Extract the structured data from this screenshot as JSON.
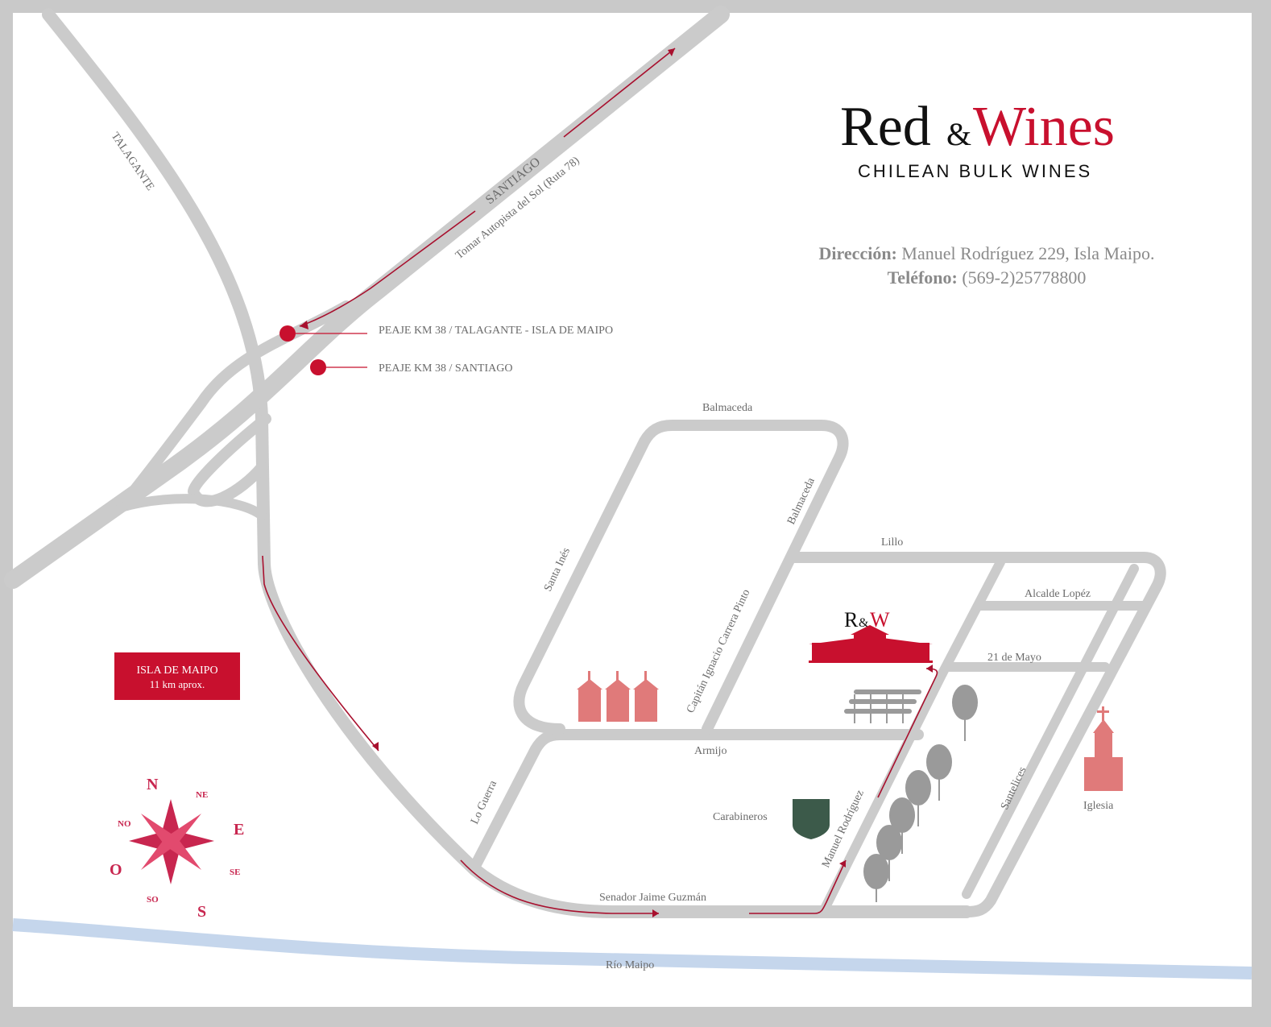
{
  "logo": {
    "red": "Red",
    "amp": "&",
    "wines": "Wines",
    "tagline": "CHILEAN BULK WINES"
  },
  "contact": {
    "address_label": "Dirección:",
    "address_value": "Manuel Rodríguez 229, Isla Maipo.",
    "phone_label": "Teléfono:",
    "phone_value": "(569-2)25778800"
  },
  "tolls": [
    {
      "label": "PEAJE KM 38 / TALAGANTE - ISLA DE MAIPO"
    },
    {
      "label": "PEAJE KM 38 / SANTIAGO"
    }
  ],
  "destination_box": {
    "line1": "ISLA DE MAIPO",
    "line2": "11 km aprox."
  },
  "streets": {
    "talagante": "TALAGANTE",
    "santiago": "SANTIAGO",
    "autopista": "Tomar Autopista del Sol (Ruta 78)",
    "balmaceda_top": "Balmaceda",
    "balmaceda_side": "Balmaceda",
    "santa_ines": "Santa Inés",
    "capitan": "Capitán Ignacio Carrera Pinto",
    "lillo": "Lillo",
    "alcalde": "Alcalde Lopéz",
    "veintiuno": "21 de Mayo",
    "armijo": "Armijo",
    "lo_guerra": "Lo Guerra",
    "manuel": "Manuel Rodríguez",
    "santelices": "Santelices",
    "senador": "Senador Jaime Guzmán",
    "rio": "Río Maipo"
  },
  "places": {
    "carabineros": "Carabineros",
    "iglesia": "Iglesia",
    "winery_r": "R",
    "winery_amp": "&",
    "winery_w": "W"
  },
  "compass": {
    "n": "N",
    "ne": "NE",
    "e": "E",
    "se": "SE",
    "s": "S",
    "so": "SO",
    "o": "O",
    "no": "NO"
  },
  "colors": {
    "brand_red": "#c8102e",
    "road": "#cbcbcb",
    "river": "#c5d6ec",
    "frame": "#c9c9c9"
  }
}
